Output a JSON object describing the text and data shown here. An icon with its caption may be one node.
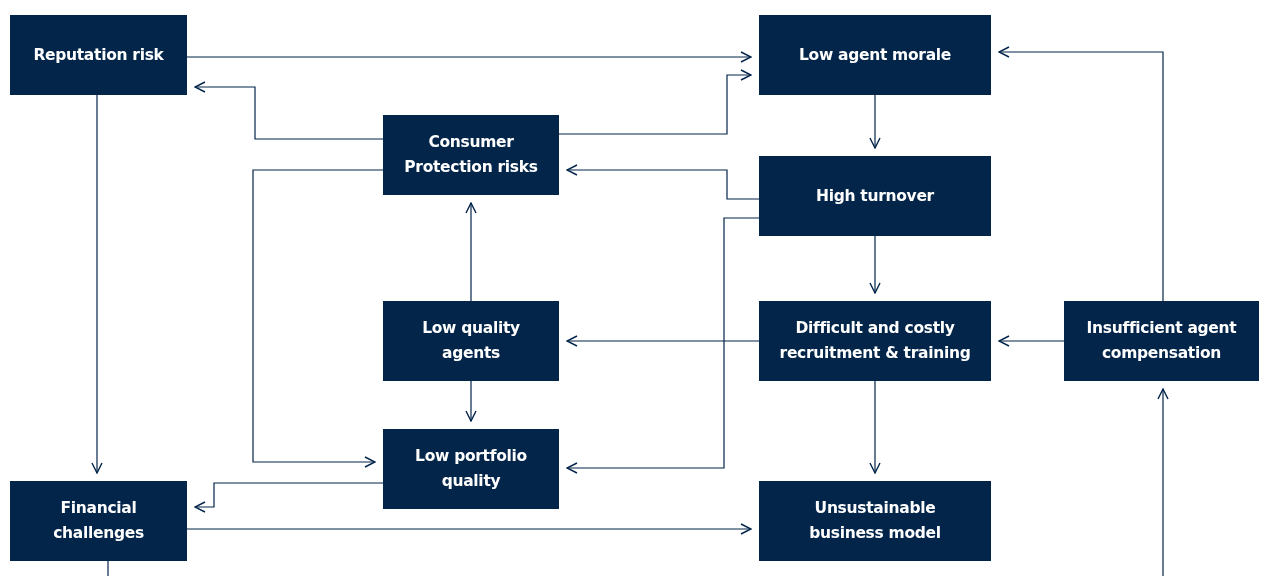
{
  "diagram": {
    "nodes": [
      {
        "text": [
          "Reputation risk"
        ]
      },
      {
        "text": [
          "Low agent morale"
        ]
      },
      {
        "text": [
          "Consumer Protection risks"
        ]
      },
      {
        "text": [
          "High turnover"
        ]
      },
      {
        "text": [
          "Low quality agents"
        ]
      },
      {
        "text": [
          "Difficult and costly recruitment & training"
        ]
      },
      {
        "text": [
          "Insufficient agent compensation"
        ]
      },
      {
        "text": [
          "Low portfolio quality"
        ]
      },
      {
        "text": [
          "Financial challenges"
        ]
      },
      {
        "text": [
          "Unsustainable business model"
        ]
      }
    ],
    "edges": [
      {
        "from": 0,
        "to": 1,
        "arrow": "to"
      },
      {
        "from": 2,
        "to": 0,
        "arrow": "to"
      },
      {
        "from": 2,
        "to": 1,
        "arrow": "to"
      },
      {
        "from": 1,
        "to": 3,
        "arrow": "to"
      },
      {
        "from": 3,
        "to": 2,
        "arrow": "to"
      },
      {
        "from": 3,
        "to": 7,
        "arrow": "to"
      },
      {
        "from": 3,
        "to": 5,
        "arrow": "to"
      },
      {
        "from": 5,
        "to": 4,
        "arrow": "to"
      },
      {
        "from": 6,
        "to": 5,
        "arrow": "to"
      },
      {
        "from": 6,
        "to": 1,
        "arrow": "to"
      },
      {
        "from": 4,
        "to": 2,
        "arrow": "to"
      },
      {
        "from": 4,
        "to": 7,
        "arrow": "to"
      },
      {
        "from": 2,
        "to": 7,
        "arrow": "to"
      },
      {
        "from": 7,
        "to": 8,
        "arrow": "to"
      },
      {
        "from": 0,
        "to": 8,
        "arrow": "to"
      },
      {
        "from": 8,
        "to": 9,
        "arrow": "to"
      },
      {
        "from": 5,
        "to": 9,
        "arrow": "to"
      },
      {
        "from": 8,
        "to": null,
        "arrow": "none"
      },
      {
        "from": null,
        "to": 6,
        "arrow": "to"
      }
    ]
  }
}
